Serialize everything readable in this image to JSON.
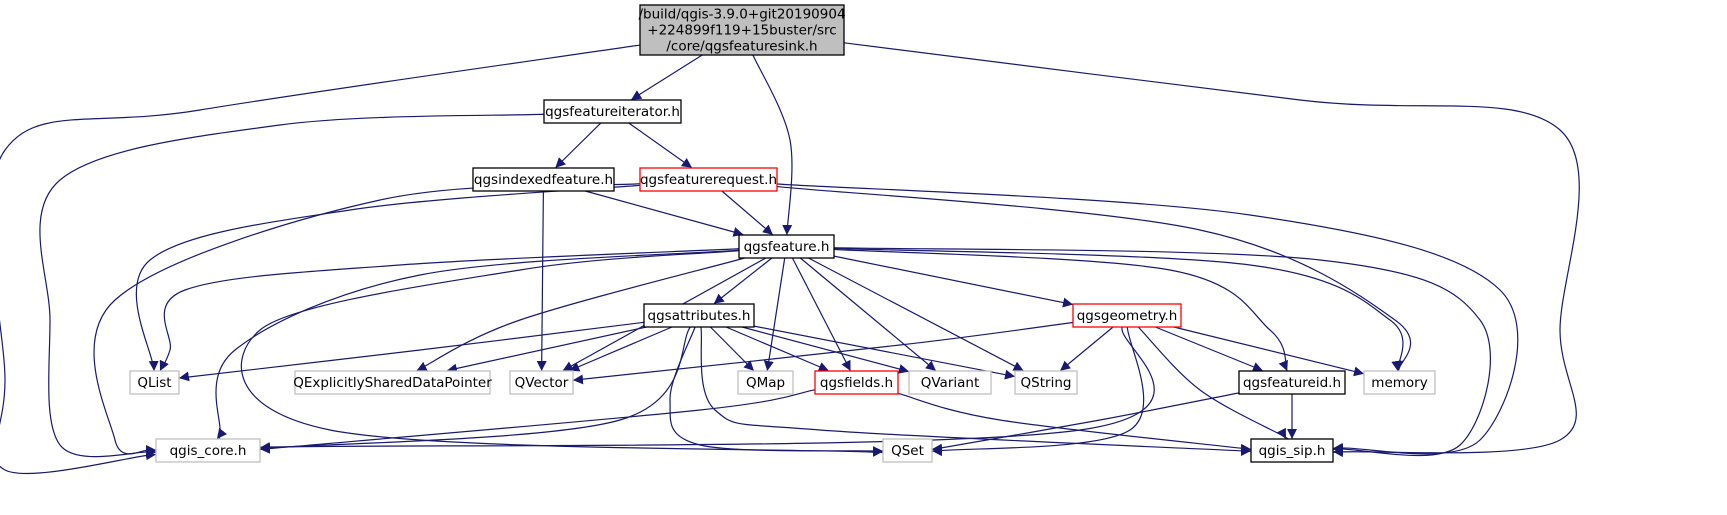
{
  "colors": {
    "edge": "#191970",
    "box_default": "#000000",
    "box_incomplete": "#ff0000",
    "box_external": "#bfbfbf",
    "box_root_fill": "#bfbfbf"
  },
  "nodes": [
    {
      "id": "root",
      "lines": [
        "/build/qgis-3.9.0+git20190904",
        "+224899f119+15buster/src",
        "/core/qgsfeaturesink.h"
      ],
      "style": "root"
    },
    {
      "id": "qgsfeatureiterator",
      "lines": [
        "qgsfeatureiterator.h"
      ],
      "style": "default"
    },
    {
      "id": "qgsindexedfeature",
      "lines": [
        "qgsindexedfeature.h"
      ],
      "style": "default"
    },
    {
      "id": "qgsfeaturerequest",
      "lines": [
        "qgsfeaturerequest.h"
      ],
      "style": "incomplete"
    },
    {
      "id": "qgsfeature",
      "lines": [
        "qgsfeature.h"
      ],
      "style": "default"
    },
    {
      "id": "qgsattributes",
      "lines": [
        "qgsattributes.h"
      ],
      "style": "default"
    },
    {
      "id": "qgsgeometry",
      "lines": [
        "qgsgeometry.h"
      ],
      "style": "incomplete"
    },
    {
      "id": "QList",
      "lines": [
        "QList"
      ],
      "style": "external"
    },
    {
      "id": "QExplicitlySharedDataPointer",
      "lines": [
        "QExplicitlySharedDataPointer"
      ],
      "style": "external"
    },
    {
      "id": "QVector",
      "lines": [
        "QVector"
      ],
      "style": "external"
    },
    {
      "id": "QMap",
      "lines": [
        "QMap"
      ],
      "style": "external"
    },
    {
      "id": "qgsfields",
      "lines": [
        "qgsfields.h"
      ],
      "style": "incomplete"
    },
    {
      "id": "QVariant",
      "lines": [
        "QVariant"
      ],
      "style": "external"
    },
    {
      "id": "QString",
      "lines": [
        "QString"
      ],
      "style": "external"
    },
    {
      "id": "qgsfeatureid",
      "lines": [
        "qgsfeatureid.h"
      ],
      "style": "default"
    },
    {
      "id": "memory",
      "lines": [
        "memory"
      ],
      "style": "external"
    },
    {
      "id": "qgis_core",
      "lines": [
        "qgis_core.h"
      ],
      "style": "external"
    },
    {
      "id": "QSet",
      "lines": [
        "QSet"
      ],
      "style": "external"
    },
    {
      "id": "qgis_sip",
      "lines": [
        "qgis_sip.h"
      ],
      "style": "default"
    }
  ],
  "edges": [
    {
      "from": "root",
      "to": "qgsfeatureiterator"
    },
    {
      "from": "root",
      "to": "qgsfeature"
    },
    {
      "from": "root",
      "to": "qgis_core"
    },
    {
      "from": "root",
      "to": "qgis_sip"
    },
    {
      "from": "qgsfeatureiterator",
      "to": "qgsindexedfeature"
    },
    {
      "from": "qgsfeatureiterator",
      "to": "qgsfeaturerequest"
    },
    {
      "from": "qgsfeatureiterator",
      "to": "qgis_core"
    },
    {
      "from": "qgsindexedfeature",
      "to": "QVector"
    },
    {
      "from": "qgsindexedfeature",
      "to": "qgsfeature"
    },
    {
      "from": "qgsfeaturerequest",
      "to": "qgsfeature"
    },
    {
      "from": "qgsfeaturerequest",
      "to": "QList"
    },
    {
      "from": "qgsfeaturerequest",
      "to": "qgis_core"
    },
    {
      "from": "qgsfeaturerequest",
      "to": "memory"
    },
    {
      "from": "qgsfeaturerequest",
      "to": "qgis_sip"
    },
    {
      "from": "qgsfeature",
      "to": "qgsattributes"
    },
    {
      "from": "qgsfeature",
      "to": "qgsgeometry"
    },
    {
      "from": "qgsfeature",
      "to": "QList"
    },
    {
      "from": "qgsfeature",
      "to": "QExplicitlySharedDataPointer"
    },
    {
      "from": "qgsfeature",
      "to": "QVector"
    },
    {
      "from": "qgsfeature",
      "to": "QMap"
    },
    {
      "from": "qgsfeature",
      "to": "qgsfields"
    },
    {
      "from": "qgsfeature",
      "to": "QVariant"
    },
    {
      "from": "qgsfeature",
      "to": "QString"
    },
    {
      "from": "qgsfeature",
      "to": "qgsfeatureid"
    },
    {
      "from": "qgsfeature",
      "to": "memory"
    },
    {
      "from": "qgsfeature",
      "to": "qgis_core"
    },
    {
      "from": "qgsfeature",
      "to": "QSet"
    },
    {
      "from": "qgsfeature",
      "to": "qgis_sip"
    },
    {
      "from": "qgsattributes",
      "to": "QList"
    },
    {
      "from": "qgsattributes",
      "to": "QExplicitlySharedDataPointer"
    },
    {
      "from": "qgsattributes",
      "to": "QVector"
    },
    {
      "from": "qgsattributes",
      "to": "QMap"
    },
    {
      "from": "qgsattributes",
      "to": "qgsfields"
    },
    {
      "from": "qgsattributes",
      "to": "QVariant"
    },
    {
      "from": "qgsattributes",
      "to": "QString"
    },
    {
      "from": "qgsattributes",
      "to": "qgis_core"
    },
    {
      "from": "qgsattributes",
      "to": "QSet"
    },
    {
      "from": "qgsattributes",
      "to": "qgis_sip"
    },
    {
      "from": "qgsgeometry",
      "to": "QVector"
    },
    {
      "from": "qgsgeometry",
      "to": "QString"
    },
    {
      "from": "qgsgeometry",
      "to": "qgsfeatureid"
    },
    {
      "from": "qgsgeometry",
      "to": "memory"
    },
    {
      "from": "qgsgeometry",
      "to": "qgis_core"
    },
    {
      "from": "qgsgeometry",
      "to": "QSet"
    },
    {
      "from": "qgsgeometry",
      "to": "qgis_sip"
    },
    {
      "from": "qgsfields",
      "to": "qgis_core"
    },
    {
      "from": "qgsfields",
      "to": "qgis_sip"
    },
    {
      "from": "qgsfeatureid",
      "to": "QSet"
    },
    {
      "from": "qgsfeatureid",
      "to": "qgis_sip"
    }
  ]
}
